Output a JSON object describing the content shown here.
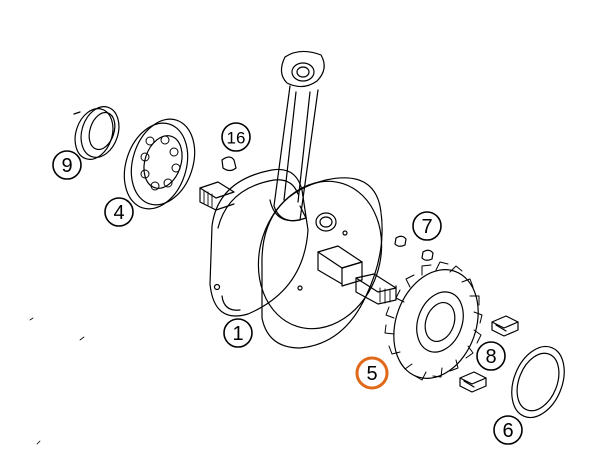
{
  "callouts": {
    "c1": "1",
    "c4": "4",
    "c5": "5",
    "c6": "6",
    "c7": "7",
    "c8": "8",
    "c9": "9",
    "c16": "16"
  },
  "colors": {
    "line": "#000000",
    "highlight": "#e06a1a",
    "background": "#ffffff"
  },
  "icons": {
    "connecting_rod": "connecting-rod-icon",
    "bearing": "ball-bearing-icon",
    "seal": "shaft-seal-icon",
    "sprocket": "gear-sprocket-icon",
    "washer": "washer-icon",
    "screw": "screw-icon",
    "key": "woodruff-key-icon"
  },
  "selected_callout": "5"
}
